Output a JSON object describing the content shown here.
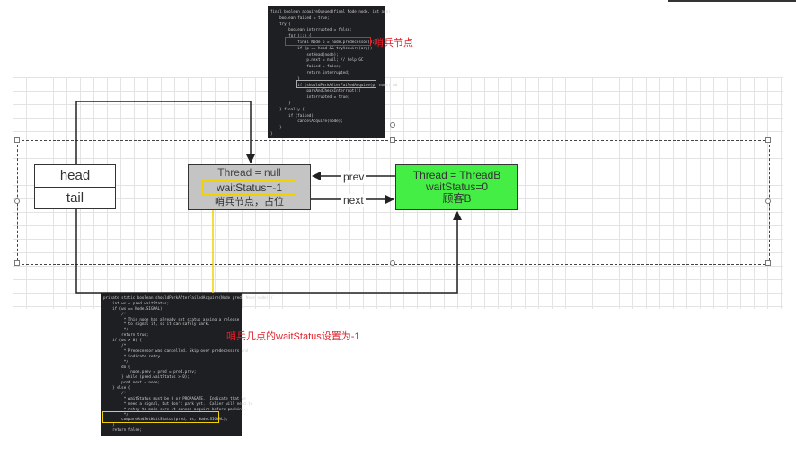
{
  "diagram": {
    "head_label": "head",
    "tail_label": "tail",
    "dummy_node": {
      "thread_text": "Thread = null",
      "wait_status_text": "waitStatus=-1",
      "caption": "哨兵节点，占位"
    },
    "node_b": {
      "thread_text": "Thread = ThreadB",
      "wait_status_text": "waitStatus=0",
      "caption": "顾客B"
    },
    "prev_label": "prev",
    "next_label": "next"
  },
  "annotations": {
    "top_note": "哨兵节点",
    "bottom_note": "哨兵几点的waitStatus设置为-1"
  },
  "colors": {
    "dummy_fill": "#c4c4c4",
    "node_b_fill": "#44ee44",
    "highlight_yellow": "#f2d100",
    "annotation_red": "#e0202a",
    "code_bg": "#1e1f22"
  },
  "code_top": [
    "final boolean acquireQueued(final Node node, int arg) {",
    "    boolean failed = true;",
    "    try {",
    "        boolean interrupted = false;",
    "        for (;;) {",
    "            final Node p = node.predecessor();",
    "            if (p == head && tryAcquire(arg)) {",
    "                setHead(node);",
    "                p.next = null; // help GC",
    "                failed = false;",
    "                return interrupted;",
    "            }",
    "            if (shouldParkAfterFailedAcquire(p, node) &&",
    "                parkAndCheckInterrupt())",
    "                interrupted = true;",
    "        }",
    "    } finally {",
    "        if (failed)",
    "            cancelAcquire(node);",
    "    }",
    "}"
  ],
  "code_bottom": [
    "private static boolean shouldParkAfterFailedAcquire(Node pred, Node node) {",
    "    int ws = pred.waitStatus;",
    "    if (ws == Node.SIGNAL)",
    "        /*",
    "         * This node has already set status asking a release",
    "         * to signal it, so it can safely park.",
    "         */",
    "        return true;",
    "    if (ws > 0) {",
    "        /*",
    "         * Predecessor was cancelled. Skip over predecessors and",
    "         * indicate retry.",
    "         */",
    "        do {",
    "            node.prev = pred = pred.prev;",
    "        } while (pred.waitStatus > 0);",
    "        pred.next = node;",
    "    } else {",
    "        /*",
    "         * waitStatus must be 0 or PROPAGATE.  Indicate that we",
    "         * need a signal, but don't park yet.  Caller will need to",
    "         * retry to make sure it cannot acquire before parking.",
    "         */",
    "        compareAndSetWaitStatus(pred, ws, Node.SIGNAL);",
    "    }",
    "    return false;"
  ]
}
